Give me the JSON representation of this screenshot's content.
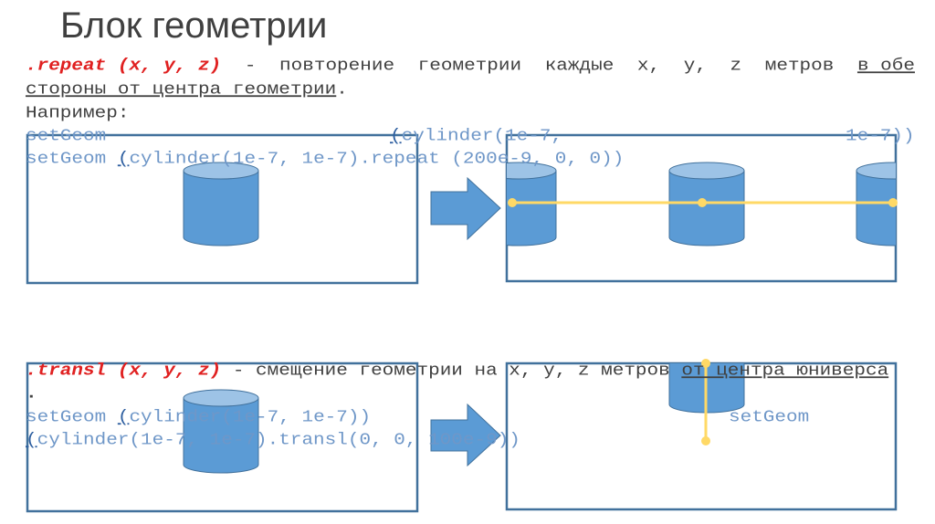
{
  "title": "Блок геометрии",
  "repeat": {
    "keyword": ".repeat (x, y, z)",
    "line1_words": [
      "-",
      "повторение",
      "геометрии",
      "каждые",
      "x,",
      "y,",
      "z",
      "метров"
    ],
    "underlined_1": "в обе",
    "underlined_2": "стороны от центра геометрии",
    "line2_end": ".",
    "example_label": "Например:",
    "code1_a": "setGeom",
    "code1_paren": "(",
    "code1_b": "cylinder(1e-7,",
    "code1_c": "1e-7))",
    "code2_a": "setGeom ",
    "code2_paren": "(",
    "code2_b": "cylinder(1e-7, 1e-7).repeat (200e-9, 0, 0))"
  },
  "transl": {
    "keyword": ".transl (x, y, z)",
    "line1": " - смещение геометрии на x, y, z метров ",
    "underlined": "от центра юниверса",
    "dot": ".",
    "code1_a": "setGeom ",
    "code1_paren": "(",
    "code1_b": "cylinder(1e-7, 1e-7))",
    "code2_paren": "(",
    "code2_b": "cylinder(1e-7, 1e-7).transl(0, 0, 100e-9))",
    "code_right": "setGeom"
  },
  "colors": {
    "box": "#41719c",
    "cyl": "#5b9bd5",
    "cyltop": "#9dc3e6",
    "yellow": "#ffd966",
    "keyword": "#e02020"
  }
}
